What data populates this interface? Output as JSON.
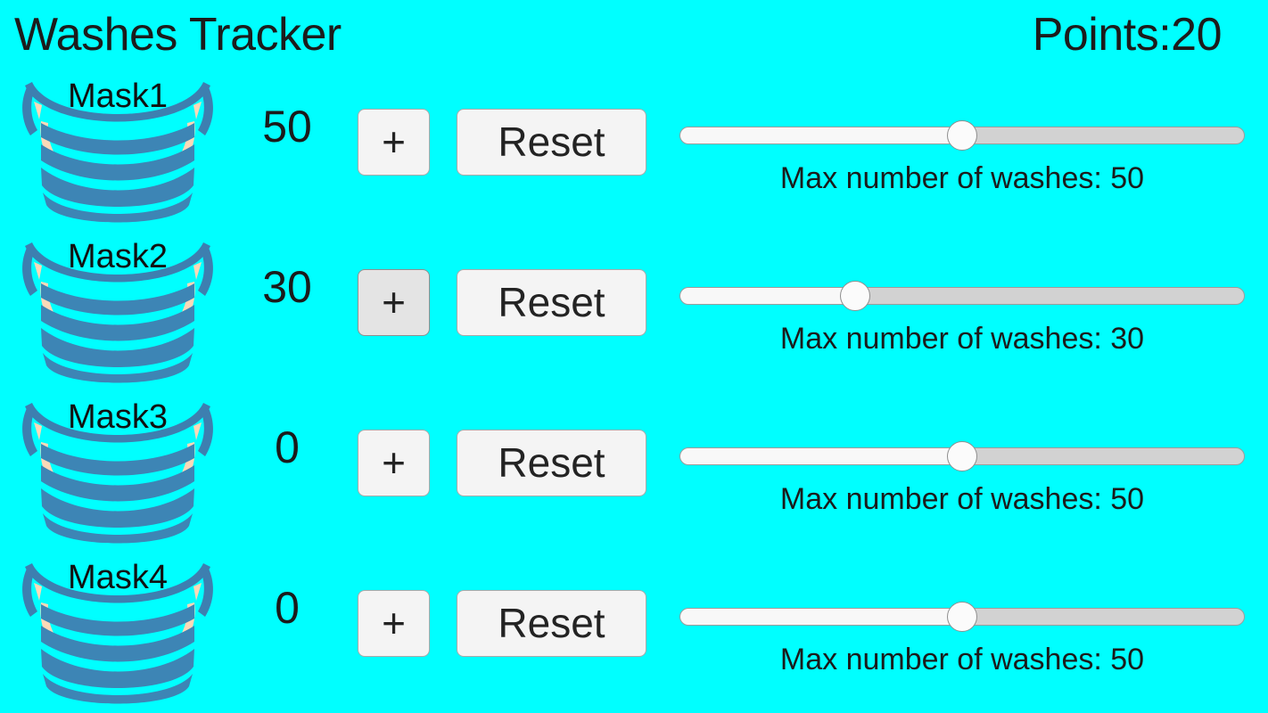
{
  "app": {
    "title": "Washes Tracker",
    "background_color": "#00ffff",
    "text_color": "#1b1b1b"
  },
  "header": {
    "title": "Washes Tracker",
    "points_label": "Points:20"
  },
  "controls": {
    "increment_label": "+",
    "reset_label": "Reset",
    "slider_label_prefix": "Max number of washes: "
  },
  "theme": {
    "mask_body_color": "#3d85b5",
    "mask_outline_color": "#3d7fb0",
    "mask_pleat_gap_color": "#00ffff",
    "ear_loop_color": "#fcd9b8",
    "button_face": "#f4f4f4",
    "button_face_pressed": "#e4e4e4",
    "button_border": "#a9a9a9",
    "slider_track_color": "#d2d2d2",
    "slider_fill_color": "#f8f8f8",
    "slider_thumb_color": "#fbfbfb"
  },
  "rows": [
    {
      "name": "Mask1",
      "icon": "face-mask-icon",
      "count": "50",
      "increment_label": "+",
      "reset_label": "Reset",
      "slider": {
        "value": 50,
        "min": 0,
        "max": 100,
        "percent": 50,
        "label": "Max number of washes: 50"
      },
      "increment_pressed": false
    },
    {
      "name": "Mask2",
      "icon": "face-mask-icon",
      "count": "30",
      "increment_label": "+",
      "reset_label": "Reset",
      "slider": {
        "value": 30,
        "min": 0,
        "max": 100,
        "percent": 31,
        "label": "Max number of washes: 30"
      },
      "increment_pressed": true
    },
    {
      "name": "Mask3",
      "icon": "face-mask-icon",
      "count": "0",
      "increment_label": "+",
      "reset_label": "Reset",
      "slider": {
        "value": 50,
        "min": 0,
        "max": 100,
        "percent": 50,
        "label": "Max number of washes: 50"
      },
      "increment_pressed": false
    },
    {
      "name": "Mask4",
      "icon": "face-mask-icon",
      "count": "0",
      "increment_label": "+",
      "reset_label": "Reset",
      "slider": {
        "value": 50,
        "min": 0,
        "max": 100,
        "percent": 50,
        "label": "Max number of washes: 50"
      },
      "increment_pressed": false
    }
  ]
}
